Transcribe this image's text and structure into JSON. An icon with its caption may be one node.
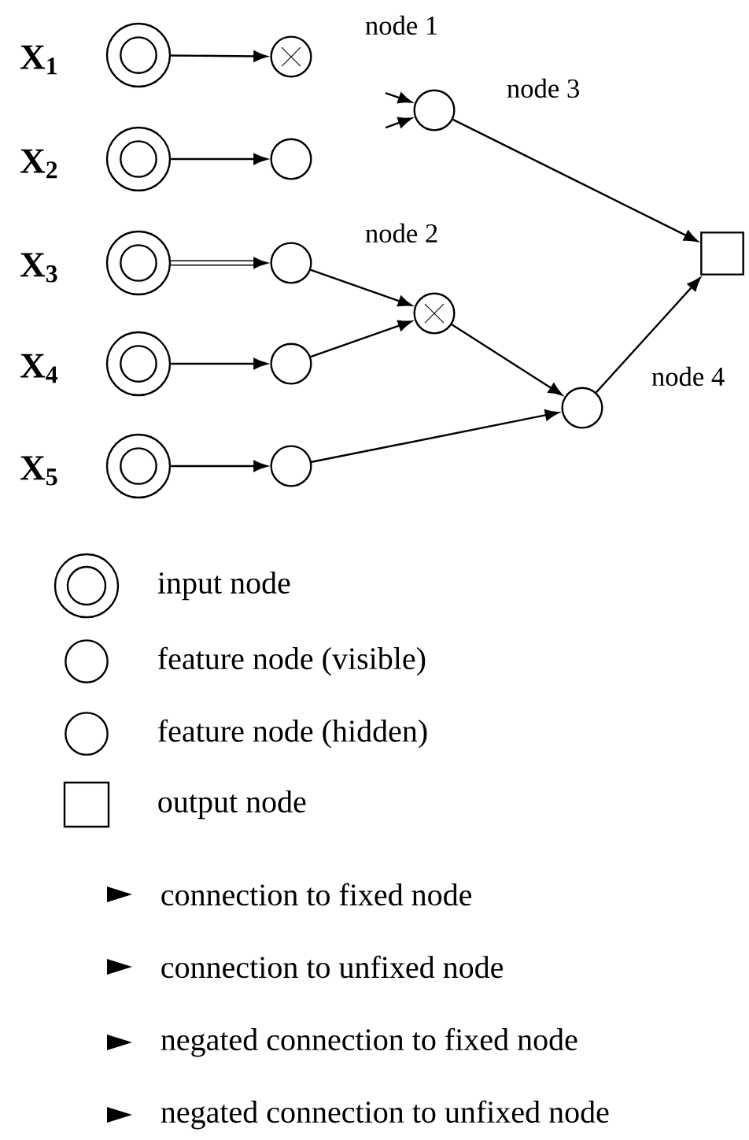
{
  "diagram": {
    "nodes": [
      {
        "text": [],
        "shape": "circle",
        "beside": [
          "X$_{1}$"
        ]
      },
      {
        "text": [],
        "shape": "circle",
        "beside": [
          "X$_{2}$"
        ]
      },
      {
        "text": [],
        "shape": "circle",
        "beside": [
          "X$_{3}$"
        ]
      },
      {
        "text": [],
        "shape": "circle",
        "beside": [
          "X$_{4}$"
        ]
      },
      {
        "text": [],
        "shape": "circle",
        "beside": [
          "X$_{5}$"
        ]
      },
      {
        "text": [],
        "shape": "circle",
        "beside": [
          "node 1"
        ]
      },
      {
        "text": [],
        "shape": "circle"
      },
      {
        "text": [],
        "shape": "circle",
        "beside": [
          "node 2"
        ]
      },
      {
        "text": [],
        "shape": "circle"
      },
      {
        "text": [],
        "shape": "circle"
      },
      {
        "text": [],
        "shape": "circle",
        "beside": [
          "node 3"
        ]
      },
      {
        "text": [],
        "shape": "circle"
      },
      {
        "text": [],
        "shape": "circle",
        "beside": [
          "node 4"
        ]
      },
      {
        "text": [],
        "shape": "box"
      }
    ],
    "edges": [
      {
        "from": 0,
        "to": 5,
        "arrow": "to"
      },
      {
        "from": 1,
        "to": 6,
        "arrow": "to"
      },
      {
        "from": 2,
        "to": 7,
        "arrow": "to",
        "style": "thick"
      },
      {
        "from": 3,
        "to": 8,
        "arrow": "to"
      },
      {
        "from": 4,
        "to": 9,
        "arrow": "to"
      },
      {
        "from": null,
        "to": 10,
        "arrow": "to"
      },
      {
        "from": null,
        "to": 10,
        "arrow": "to"
      },
      {
        "from": 7,
        "to": 11,
        "arrow": "to"
      },
      {
        "from": 8,
        "to": 11,
        "arrow": "to"
      },
      {
        "from": 11,
        "to": 12,
        "arrow": "to"
      },
      {
        "from": 9,
        "to": 12,
        "arrow": "to"
      },
      {
        "from": 10,
        "to": 13,
        "arrow": "to"
      },
      {
        "from": 12,
        "to": 13,
        "arrow": "to"
      }
    ],
    "legend": [
      {
        "text": "input node"
      },
      {
        "text": "feature node (visible)"
      },
      {
        "text": "feature node (hidden)"
      },
      {
        "text": "output node"
      },
      {
        "text": "connection to fixed node"
      },
      {
        "text": "connection to unfixed node"
      },
      {
        "text": "negated connection to fixed node"
      },
      {
        "text": "negated connection to unfixed node"
      }
    ]
  }
}
